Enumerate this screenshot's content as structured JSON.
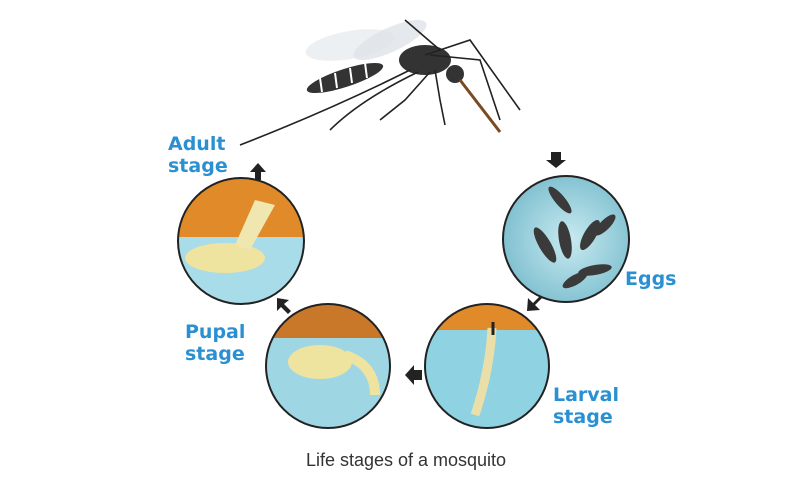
{
  "title": "Life stages of a mosquito",
  "stages": [
    {
      "line1": "Adult",
      "line2": "stage"
    },
    {
      "line1": "Eggs",
      "line2": ""
    },
    {
      "line1": "Larval",
      "line2": "stage"
    },
    {
      "line1": "Pupal",
      "line2": "stage"
    }
  ],
  "colors": {
    "label": "#2a90d2",
    "air": "#e08a2a",
    "water": "#a8dce8",
    "eggs_bg": "#9fd3df"
  }
}
